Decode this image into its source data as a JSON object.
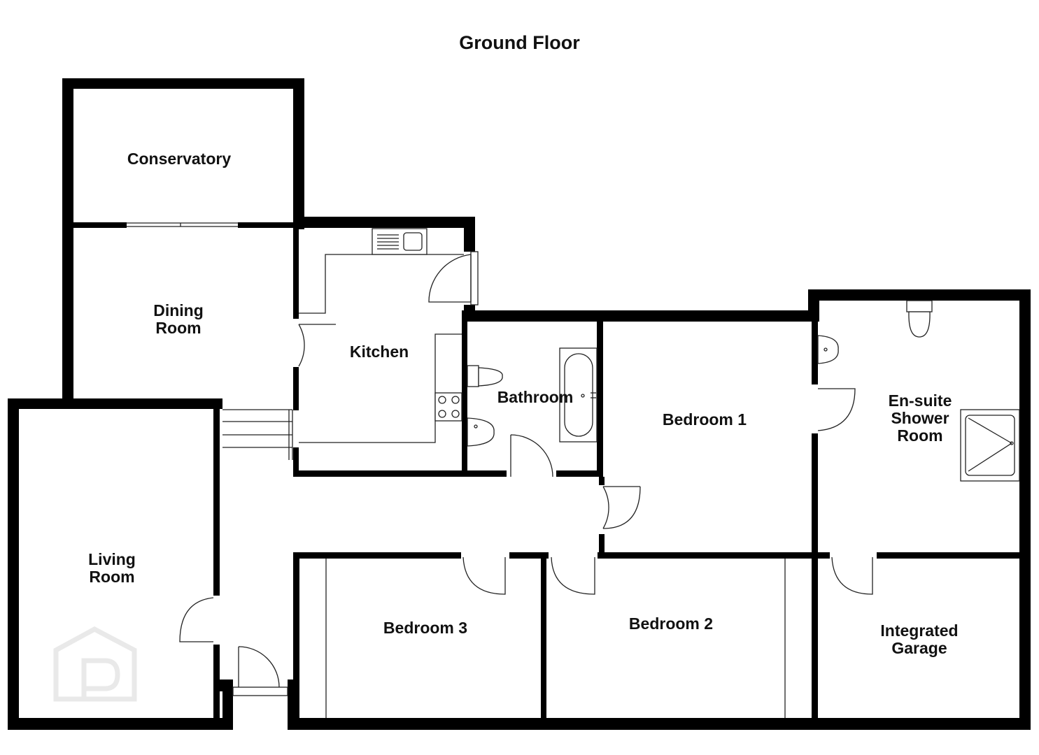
{
  "plan": {
    "title": "Ground Floor",
    "rooms": {
      "conservatory": "Conservatory",
      "dining_room": [
        "Dining",
        "Room"
      ],
      "kitchen": "Kitchen",
      "bathroom": "Bathroom",
      "bedroom_1": "Bedroom 1",
      "ensuite": [
        "En-suite",
        "Shower",
        "Room"
      ],
      "living_room": [
        "Living",
        "Room"
      ],
      "bedroom_3": "Bedroom 3",
      "bedroom_2": "Bedroom 2",
      "garage": [
        "Integrated",
        "Garage"
      ]
    },
    "watermark_icon": "house-p-logo-icon"
  },
  "colors": {
    "wall": "#000000",
    "fixture_line": "#222222",
    "watermark": "#e9e9e9"
  }
}
